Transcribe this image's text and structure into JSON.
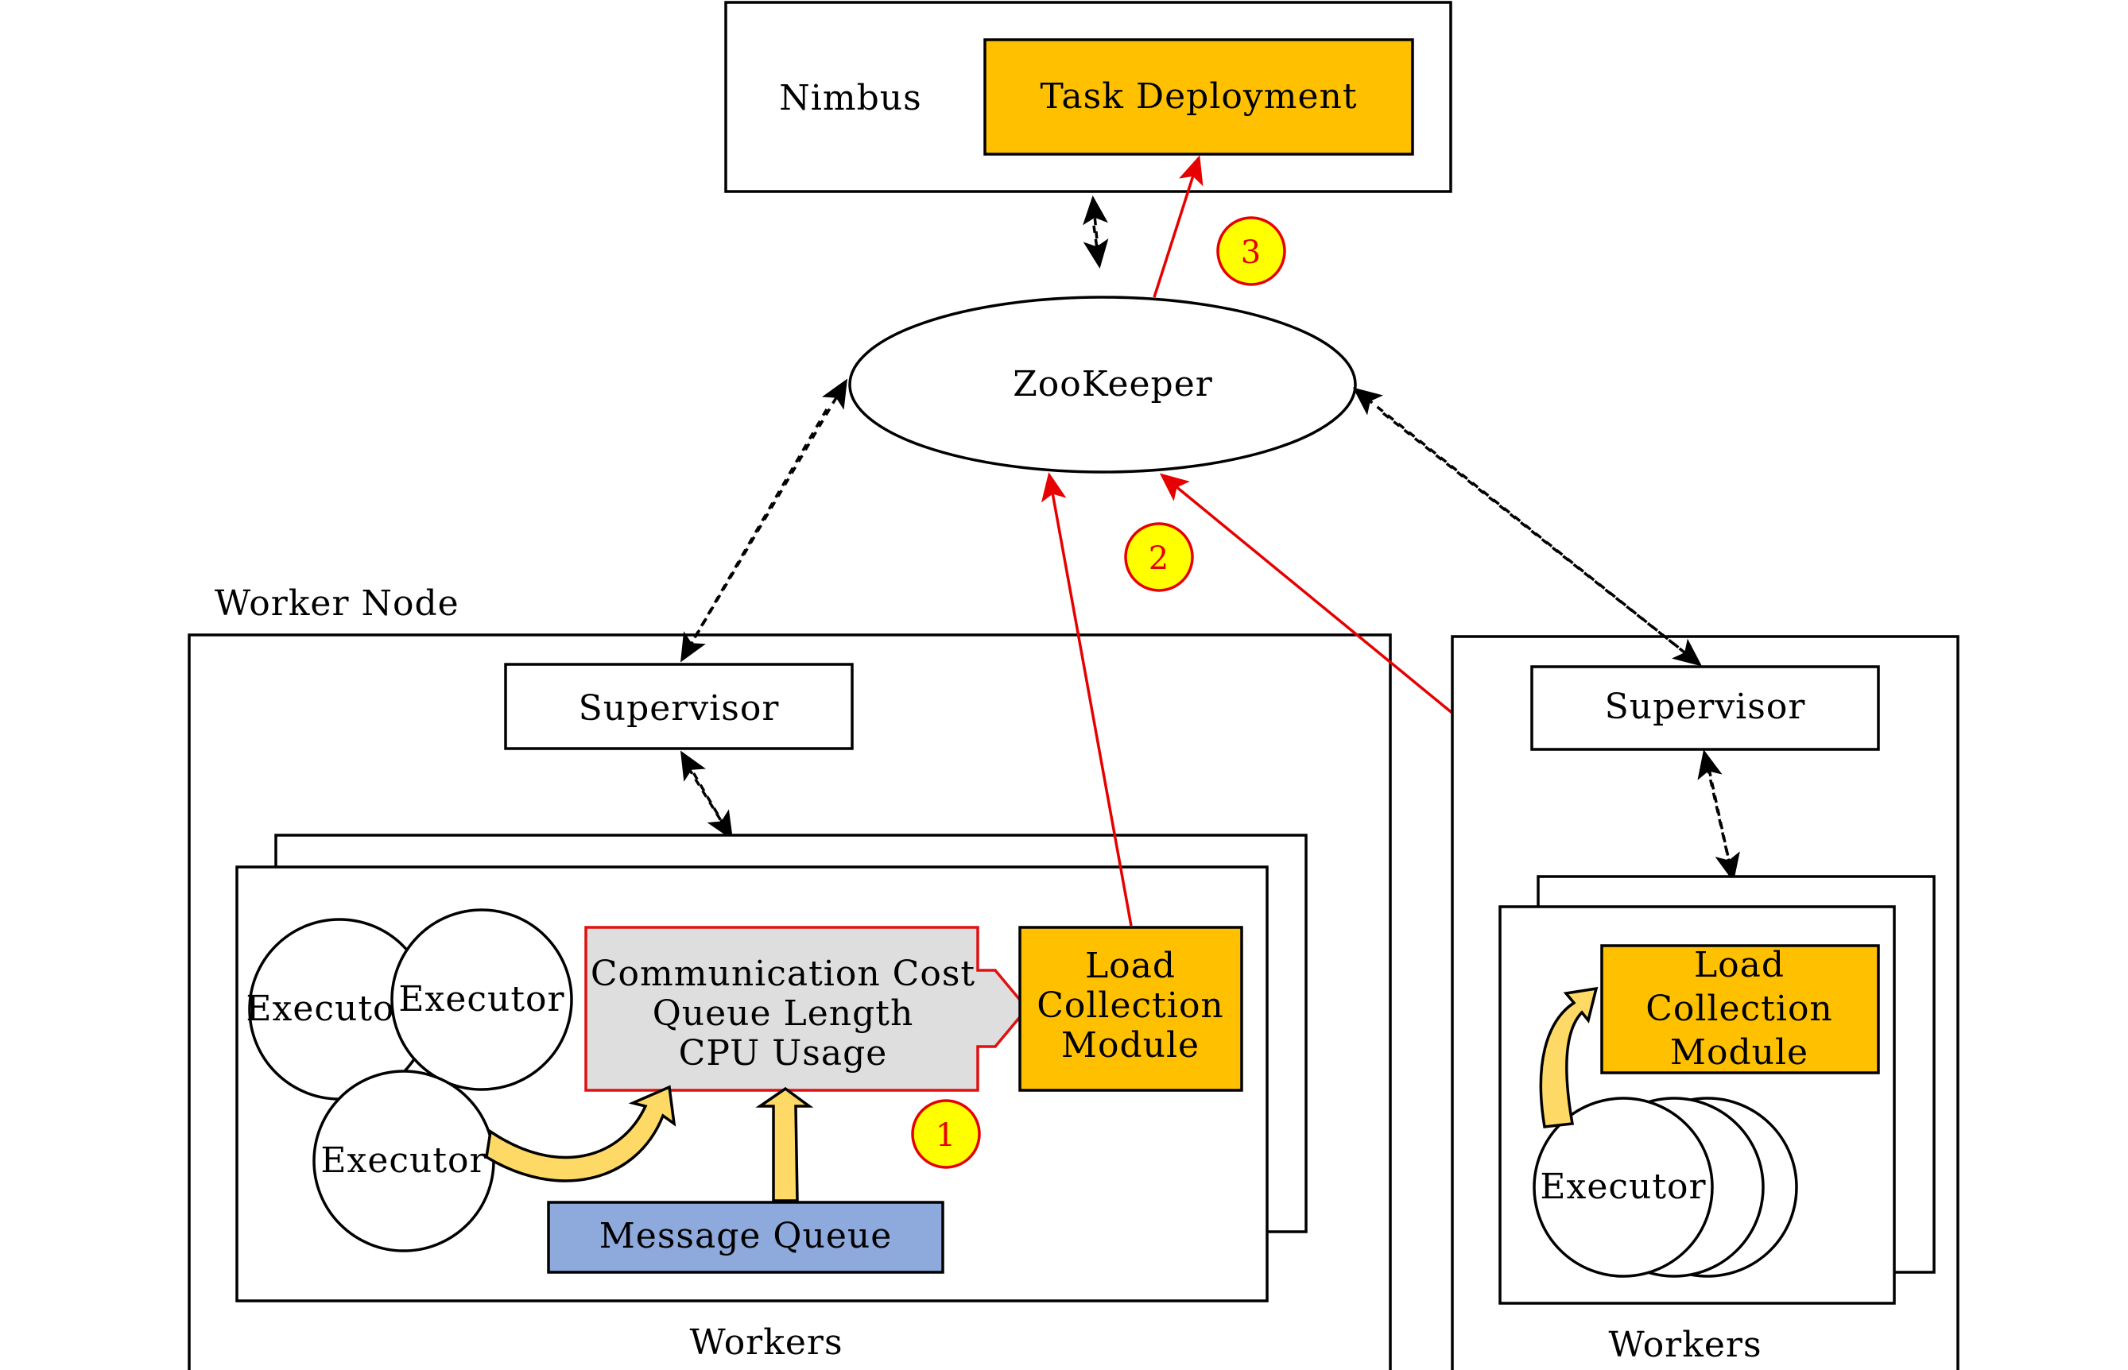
{
  "nimbus": {
    "label": "Nimbus",
    "task_deployment": "Task Deployment"
  },
  "zookeeper": {
    "label": "ZooKeeper"
  },
  "worker_node_left": {
    "title": "Worker Node",
    "supervisor": "Supervisor",
    "workers_label": "Workers",
    "executors": [
      "Executor",
      "Executor",
      "Executor"
    ],
    "metrics": [
      "Communication Cost",
      "Queue Length",
      "CPU Usage"
    ],
    "load_module": [
      "Load",
      "Collection",
      "Module"
    ],
    "message_queue": "Message Queue"
  },
  "worker_node_right": {
    "supervisor": "Supervisor",
    "workers_label": "Workers",
    "executor": "Executor",
    "load_module": [
      "Load",
      "Collection",
      "Module"
    ]
  },
  "steps": [
    "1",
    "2",
    "3"
  ],
  "colors": {
    "orange": "#FFC000",
    "blue": "#8EA9DB",
    "gray": "#DEDEDE",
    "red": "#E60000",
    "yellow": "#FFFF00",
    "light_orange": "#FFD966"
  }
}
